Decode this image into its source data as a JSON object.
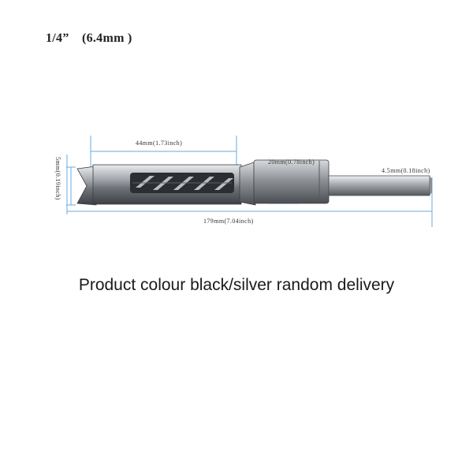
{
  "header": {
    "size_label": "1/4”　(6.4mm )"
  },
  "dimensions": {
    "chisel_length": "44mm(1.73inch)",
    "collar_diameter": "20mm(0.78inch)",
    "shank_diameter": "4.5mm(0.18inch)",
    "tip_width": "5mm(0.19inch)",
    "total_length": "179mm(7.04inch)"
  },
  "caption": {
    "text": "Product colour black/silver random delivery"
  },
  "colors": {
    "dimension_line": "#6aa9e0",
    "metal_dark": "#3f4347",
    "metal_light": "#c9ccd0"
  }
}
